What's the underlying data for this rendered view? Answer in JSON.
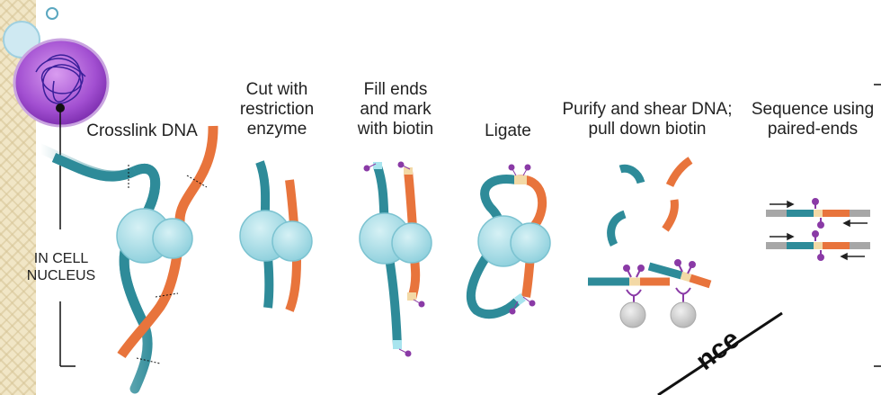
{
  "steps": [
    {
      "label": "Crosslink DNA"
    },
    {
      "label": "Cut with\nrestriction\nenzyme"
    },
    {
      "label": "Fill ends\nand mark\nwith biotin"
    },
    {
      "label": "Ligate"
    },
    {
      "label": "Purify and shear DNA;\npull down biotin"
    },
    {
      "label": "Sequence using\npaired-ends"
    }
  ],
  "nucleus_label": "IN CELL\nNUCLEUS",
  "stamp_text": "nce",
  "colors": {
    "teal": "#2e8b99",
    "orange": "#e8743c",
    "nucleosome": "#a9dde6",
    "biotin": "#8a3aa6",
    "bead": "#c8c8c8",
    "nucleus": "#a24fd1"
  }
}
